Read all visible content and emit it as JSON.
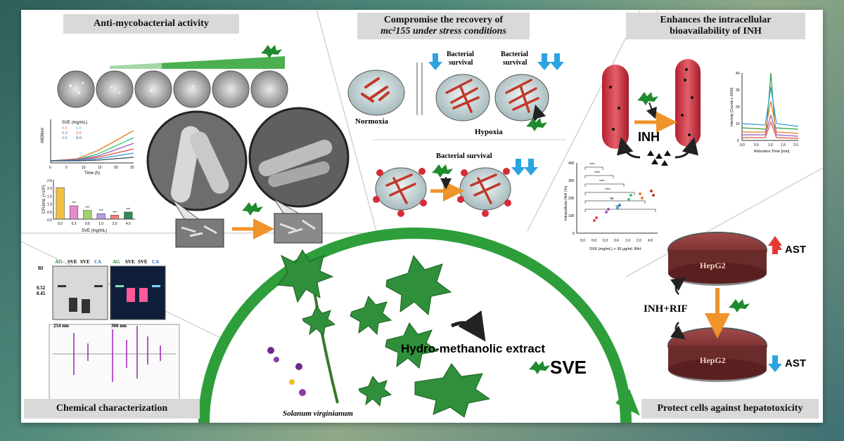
{
  "sections": {
    "anti_myco": "Anti-mycobacterial activity",
    "compromise_line1": "Compromise the recovery of",
    "compromise_line2": "mc²155 under stress conditions",
    "enhances_line1": "Enhances the intracellular",
    "enhances_line2": "bioavailability of INH",
    "chemical": "Chemical characterization",
    "protect": "Protect cells against hepatotoxicity"
  },
  "center": {
    "extract_label": "Hydro-methanolic extract",
    "sve": "SVE",
    "species": "Solanum virginianum"
  },
  "hypoxia_panel": {
    "normoxia": "Normoxia",
    "hypoxia": "Hypoxia",
    "bacterial_survival": "Bacterial survival",
    "bacterial": "Bacterial",
    "survival": "survival"
  },
  "inh_panel": {
    "inh": "INH",
    "chrom_ylabel": "Intensity [Counts x 1000]",
    "chrom_xlabel": "Retention Time [min]",
    "chrom_yticks": [
      "40",
      "30",
      "20",
      "10",
      "0"
    ],
    "chrom_xticks": [
      "0.0",
      "0.5",
      "1.0",
      "1.5",
      "2.0"
    ],
    "scatter_ylabel": "Intracellular INH (%)",
    "scatter_yticks": [
      "400",
      "300",
      "200",
      "100",
      "0"
    ],
    "scatter_xticks": [
      "0.0",
      "0.0",
      "0.3",
      "0.6",
      "1.0",
      "2.0",
      "4.0"
    ],
    "scatter_xlabel": "SVE (mg/mL) + 30 µg/mL INH",
    "sig": [
      "****",
      "ns",
      "****",
      "****",
      "****",
      "****"
    ]
  },
  "growth_chart": {
    "legend_title": "SVE (mg/mL)",
    "legend": [
      "0.0",
      "1.0",
      "0.3",
      "2.0",
      "0.6",
      "4.0"
    ],
    "ylabel": "A600nm",
    "xlabel": "Time (h)",
    "xticks": [
      "0",
      "5",
      "10",
      "15",
      "20",
      "25"
    ],
    "yticks": [
      "2.5",
      "2.0",
      "1.5",
      "1.0",
      "0.5",
      "0.0"
    ],
    "colors": [
      "#e67e22",
      "#2ecc71",
      "#9b59b6",
      "#e74c3c",
      "#3498db",
      "#34495e"
    ]
  },
  "chart_data": {
    "type": "bar",
    "categories": [
      "0.0",
      "0.3",
      "0.6",
      "1.0",
      "2.0",
      "4.0"
    ],
    "values": [
      2.0,
      0.85,
      0.55,
      0.35,
      0.25,
      0.45
    ],
    "ylabel": "CFU/mL (×10⁸)",
    "xlabel": "SVE (mg/mL)",
    "ylim": [
      0,
      2.5
    ],
    "yticks": [
      "2.5",
      "2.0",
      "1.5",
      "1.0",
      "0.5",
      "0.0"
    ],
    "stars": [
      "",
      "***",
      "***",
      "***",
      "***",
      "***"
    ],
    "colors": [
      "#f0c040",
      "#e58ad0",
      "#9fd36a",
      "#b59ae8",
      "#f08080",
      "#2e8b57"
    ]
  },
  "tlc": {
    "rf_labels": [
      "Rf",
      "0.52",
      "0.45"
    ],
    "lanes": [
      "AG",
      "SVE",
      "SVE",
      "CA"
    ],
    "caption_left": "254 nm",
    "caption_right": "366 nm"
  },
  "hepg2": {
    "cell": "HepG2",
    "ast": "AST",
    "inh_rif": "INH+RIF"
  }
}
